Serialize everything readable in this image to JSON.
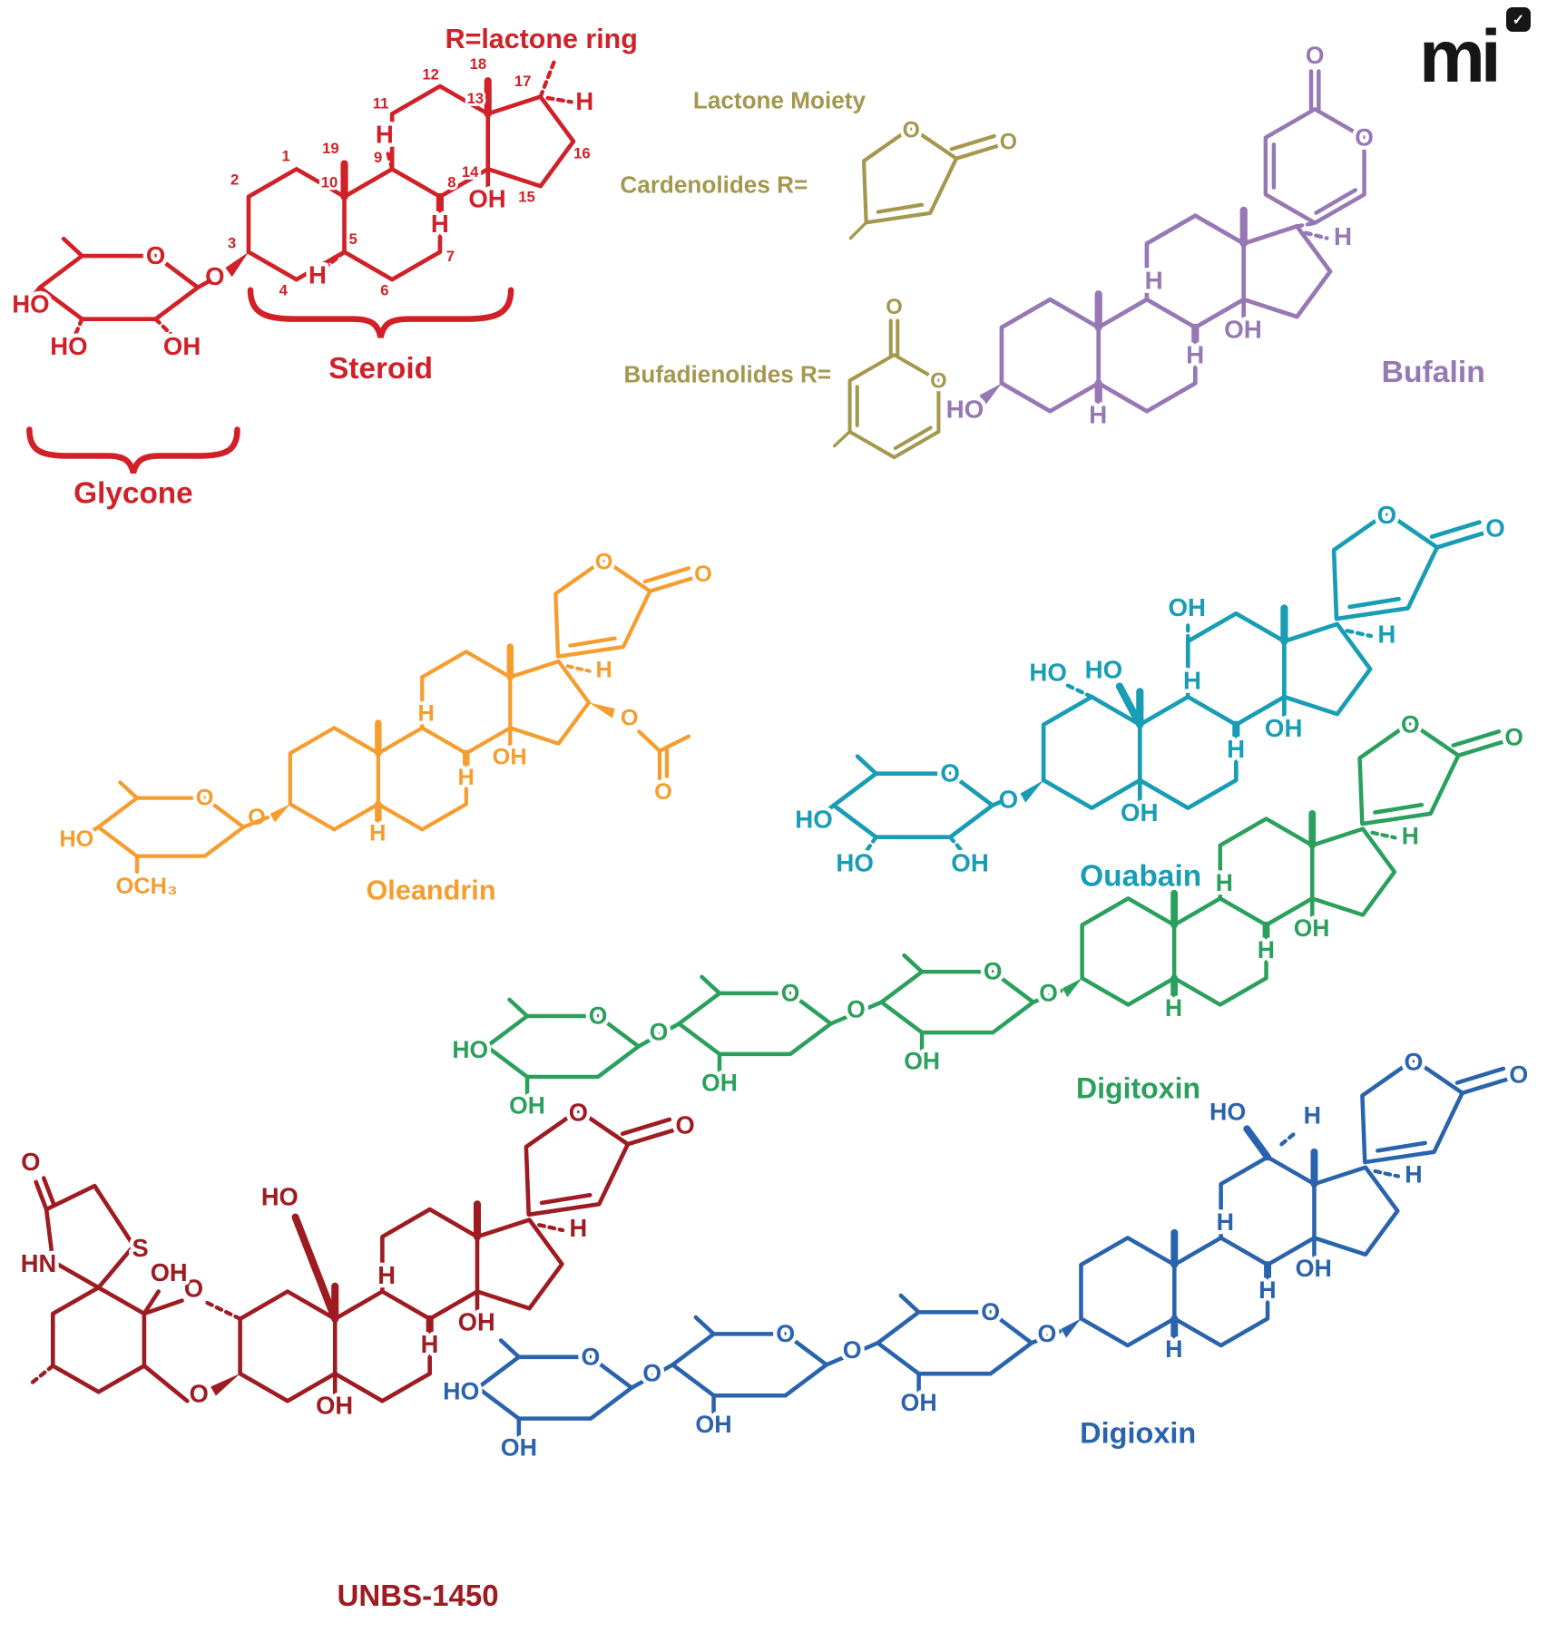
{
  "figure": {
    "logo": {
      "text": "mi",
      "badge_check": "✓"
    },
    "panel": {
      "title": "Lactone Moiety",
      "cardenolides": "Cardenolides R=",
      "bufadienolides": "Bufadienolides R="
    },
    "generic": {
      "r_label": "R=lactone ring",
      "steroid": "Steroid",
      "glycone": "Glycone"
    },
    "names": {
      "bufalin": "Bufalin",
      "oleandrin": "Oleandrin",
      "ouabain": "Ouabain",
      "digitoxin": "Digitoxin",
      "digioxin": "Digioxin",
      "unbs": "UNBS-1450"
    },
    "atoms": {
      "O": "O",
      "OH": "OH",
      "HO": "HO",
      "H": "H",
      "S": "S",
      "HN": "HN",
      "OCH3": "OCH₃"
    },
    "carbons": [
      "1",
      "2",
      "3",
      "4",
      "5",
      "6",
      "7",
      "8",
      "9",
      "10",
      "11",
      "12",
      "13",
      "14",
      "15",
      "16",
      "17",
      "18",
      "19"
    ],
    "colors": {
      "generic": "#d02128",
      "panel": "#a4984f",
      "bufalin": "#9678b4",
      "oleandrin": "#f59d2f",
      "ouabain": "#189db5",
      "digitoxin": "#2aa05c",
      "digioxin": "#2a63ad",
      "unbs": "#9e1b22"
    }
  }
}
